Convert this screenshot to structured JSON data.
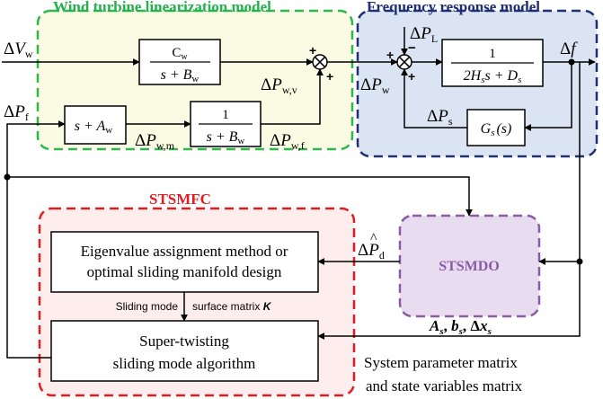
{
  "regions": {
    "wind": {
      "title": "Wind turbine linearization model",
      "title_color": "#22b14c",
      "border_color": "#2db84a",
      "fill": "#fbfbe4"
    },
    "freq": {
      "title": "Frequency response model",
      "title_color": "#1f2f73",
      "border_color": "#1f2f73",
      "fill": "#dbe4f3"
    },
    "stsmfc": {
      "title": "STSMFC",
      "title_color": "#e21c23",
      "border_color": "#e21c23",
      "fill": "#fdeeed"
    },
    "stsmdo": {
      "title": "STSMDO",
      "title_color": "#8d5aa4",
      "border_color": "#8d5aa4",
      "fill": "#e8ddf0"
    }
  },
  "blocks": {
    "cw_tf": {
      "num": "C",
      "num_sub": "w",
      "den_a": "s + B",
      "den_sub": "w"
    },
    "aw_block": {
      "main": "s + A",
      "sub": "w"
    },
    "bw_tf": {
      "num": "1",
      "den_a": "s + B",
      "den_sub": "w"
    },
    "plant_tf": {
      "num": "1",
      "den_a": "2H",
      "den_a_sub": "s",
      "den_b": "s + D",
      "den_b_sub": "s"
    },
    "gs_block": {
      "main": "G",
      "sub": "s",
      "arg": "(s)"
    },
    "eig_block": {
      "line1": "Eigenvalue assignment method or",
      "line2": "optimal sliding manifold design"
    },
    "st_block": {
      "line1": "Super-twisting",
      "line2": "sliding mode  algorithm"
    }
  },
  "signals": {
    "dvw": {
      "delta": "Δ",
      "var": "V",
      "sub": "w"
    },
    "dpf": {
      "delta": "Δ",
      "var": "P",
      "sub": "f"
    },
    "dpwm": {
      "delta": "Δ",
      "var": "P",
      "sub": "w,m"
    },
    "dpwf": {
      "delta": "Δ",
      "var": "P",
      "sub": "w,f"
    },
    "dpwv": {
      "delta": "Δ",
      "var": "P",
      "sub": "w,v"
    },
    "dpl": {
      "delta": "Δ",
      "var": "P",
      "sub": "L"
    },
    "dpw": {
      "delta": "Δ",
      "var": "P",
      "sub": "w"
    },
    "dps": {
      "delta": "Δ",
      "var": "P",
      "sub": "s"
    },
    "df": {
      "delta": "Δ",
      "var": "f"
    },
    "dpd": {
      "delta": "Δ",
      "var": "P",
      "sub": "d",
      "hat": "^"
    }
  },
  "labels": {
    "sliding_left": "Sliding mode",
    "sliding_right": "surface matrix",
    "sliding_k": "K",
    "as_var": "A",
    "as_sub": "s",
    "bs_var": "b",
    "bs_sub": "s",
    "dxs_delta": "Δ",
    "dxs_var": "x",
    "dxs_sub": "s",
    "sep": ",",
    "sys1": "System parameter matrix",
    "sys2": "and state variables matrix"
  },
  "signs": {
    "plus": "+",
    "minus": "−"
  }
}
